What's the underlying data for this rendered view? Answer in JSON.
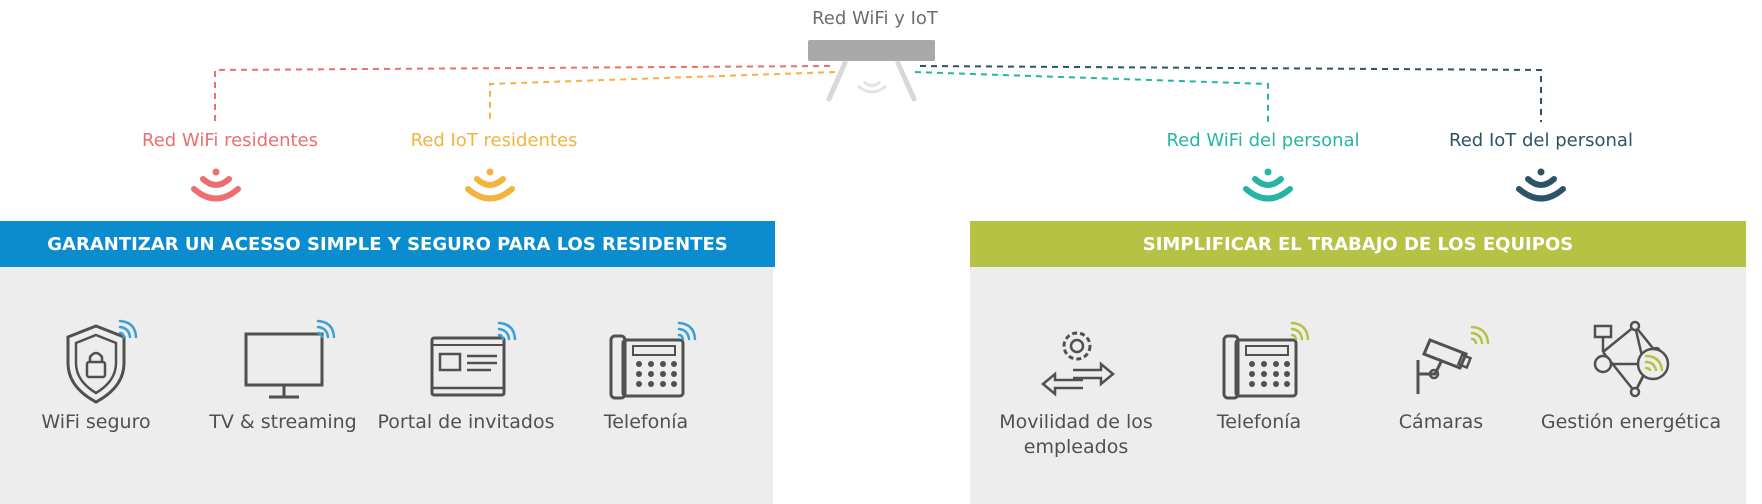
{
  "access_point": {
    "label": "Red WiFi y IoT"
  },
  "networks": [
    {
      "label": "Red WiFi residentes",
      "color": "#ec6f6f",
      "icon": "wifi-signal-icon"
    },
    {
      "label": "Red IoT residentes",
      "color": "#f2b33f",
      "icon": "wifi-signal-icon"
    },
    {
      "label": "Red WiFi del personal",
      "color": "#26b5a5",
      "icon": "wifi-signal-icon"
    },
    {
      "label": "Red IoT del personal",
      "color": "#2c5468",
      "icon": "wifi-signal-icon"
    }
  ],
  "residents": {
    "title": "GARANTIZAR UN ACESSO SIMPLE Y SEGURO PARA LOS RESIDENTES",
    "color": "#0a8ccf",
    "items": [
      {
        "label": "WiFi seguro",
        "icon": "shield-lock-icon"
      },
      {
        "label": "TV & streaming",
        "icon": "tv-icon"
      },
      {
        "label": "Portal de invitados",
        "icon": "portal-icon"
      },
      {
        "label": "Telefonía",
        "icon": "phone-icon"
      }
    ]
  },
  "staff": {
    "title": "SIMPLIFICAR EL TRABAJO DE LOS EQUIPOS",
    "color": "#b5c244",
    "items": [
      {
        "label": "Movilidad de los empleados",
        "icon": "mobility-icon"
      },
      {
        "label": "Telefonía",
        "icon": "phone-icon"
      },
      {
        "label": "Cámaras",
        "icon": "camera-icon"
      },
      {
        "label": "Gestión energética",
        "icon": "energy-network-icon"
      }
    ]
  },
  "colors": {
    "icon_stroke": "#505050",
    "resident_wifi_badge": "#3a9fd6",
    "staff_wifi_badge": "#b5c244"
  }
}
